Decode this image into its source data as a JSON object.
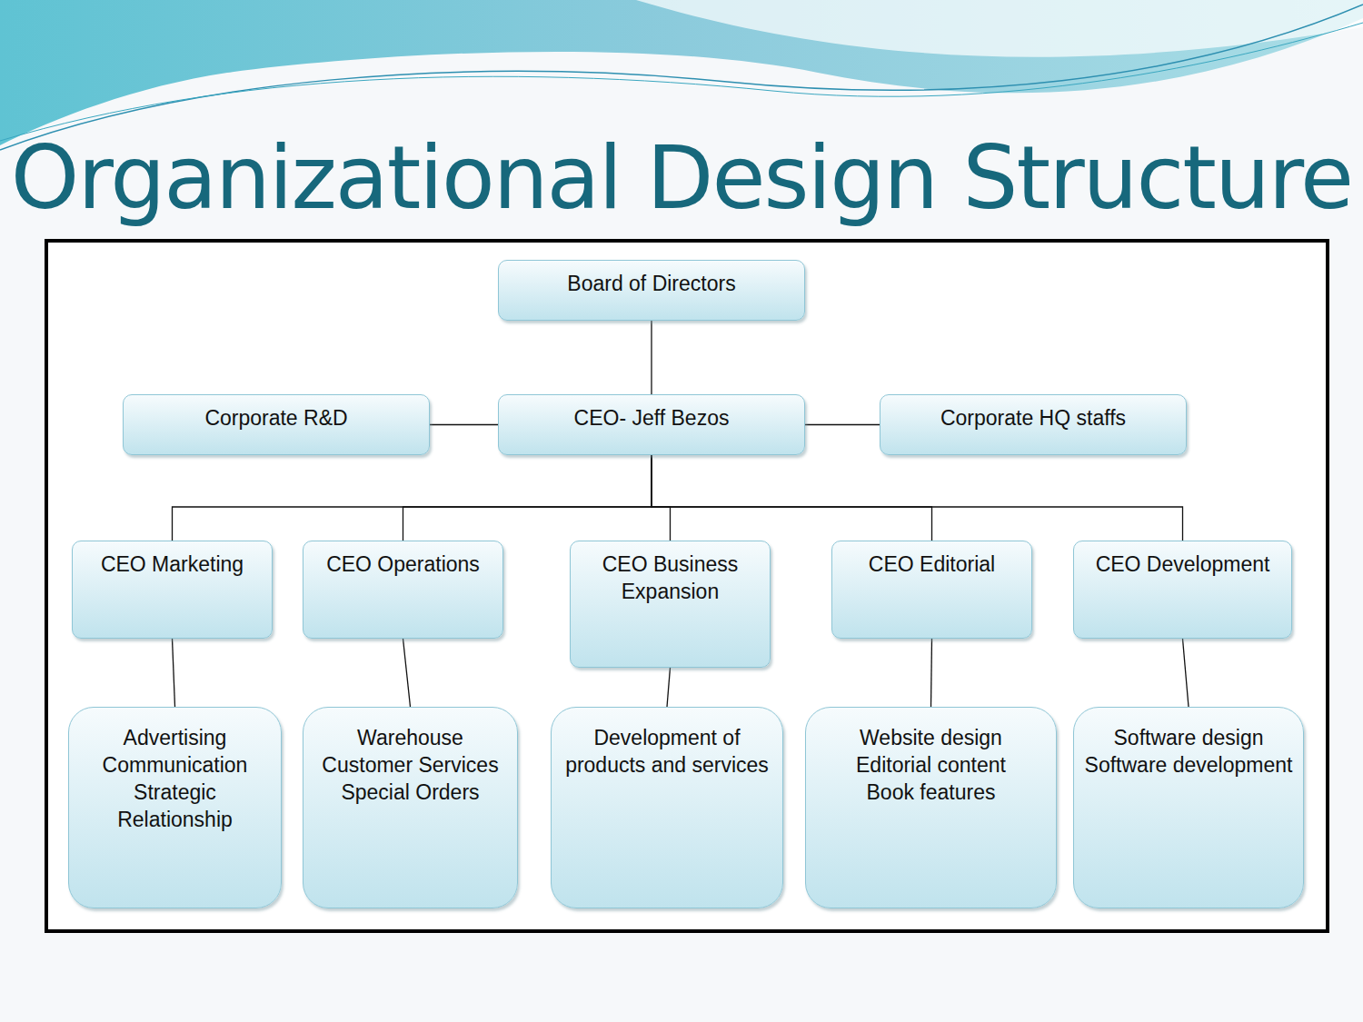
{
  "diagram": {
    "title": "Organizational Design Structure",
    "nodes": [
      {
        "text": [
          "Board of Directors"
        ]
      },
      {
        "text": [
          "Corporate R&D"
        ]
      },
      {
        "text": [
          "CEO- Jeff Bezos"
        ]
      },
      {
        "text": [
          "Corporate HQ staffs"
        ]
      },
      {
        "text": [
          "CEO Marketing"
        ]
      },
      {
        "text": [
          "CEO Operations"
        ]
      },
      {
        "text": [
          "CEO Business Expansion"
        ]
      },
      {
        "text": [
          "CEO Editorial"
        ]
      },
      {
        "text": [
          "CEO Development"
        ]
      },
      {
        "text": [
          "Advertising",
          "Communication",
          "Strategic Relationship"
        ]
      },
      {
        "text": [
          "Warehouse",
          "Customer Services",
          "Special Orders"
        ]
      },
      {
        "text": [
          "Development of products and services"
        ]
      },
      {
        "text": [
          "Website design",
          "Editorial content",
          "Book features"
        ]
      },
      {
        "text": [
          "Software design",
          "Software development"
        ]
      }
    ],
    "edges": [
      {
        "from": 0,
        "to": 2,
        "arrow": "none"
      },
      {
        "from": 2,
        "to": 1,
        "arrow": "none"
      },
      {
        "from": 2,
        "to": 3,
        "arrow": "none"
      },
      {
        "from": 2,
        "to": 4,
        "arrow": "none"
      },
      {
        "from": 2,
        "to": 5,
        "arrow": "none"
      },
      {
        "from": 2,
        "to": 6,
        "arrow": "none"
      },
      {
        "from": 2,
        "to": 7,
        "arrow": "none"
      },
      {
        "from": 2,
        "to": 8,
        "arrow": "none"
      },
      {
        "from": 4,
        "to": 9,
        "arrow": "none"
      },
      {
        "from": 5,
        "to": 10,
        "arrow": "none"
      },
      {
        "from": 6,
        "to": 11,
        "arrow": "none"
      },
      {
        "from": 7,
        "to": 12,
        "arrow": "none"
      },
      {
        "from": 8,
        "to": 13,
        "arrow": "none"
      }
    ]
  }
}
